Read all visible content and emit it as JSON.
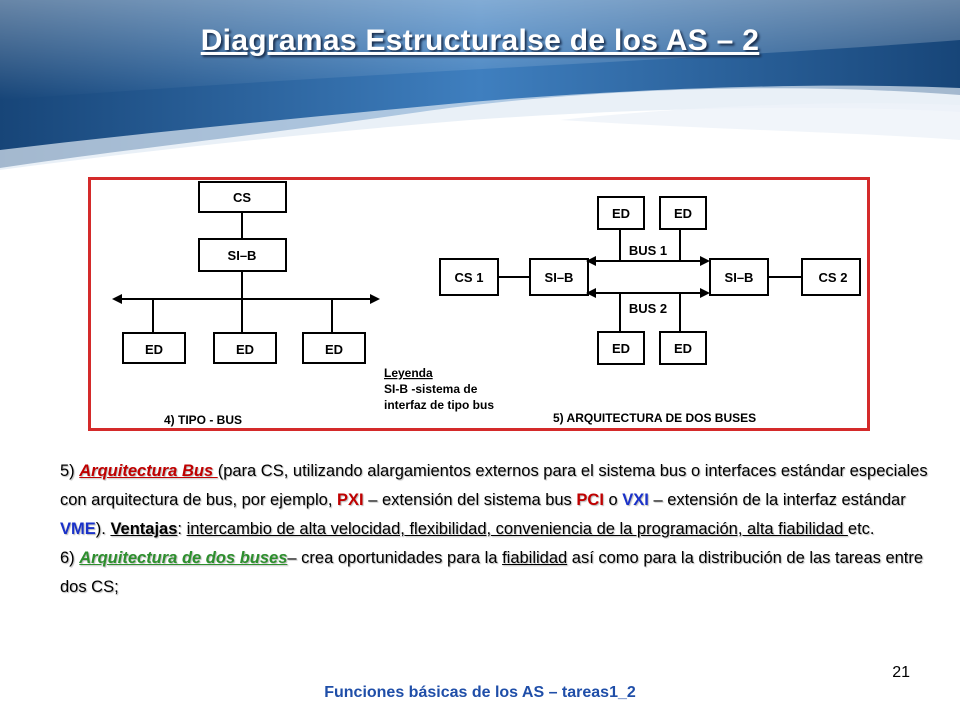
{
  "slide": {
    "title": "Diagramas Estructuralse de los AS – 2",
    "page_number": "21",
    "footer": "Funciones básicas de los AS – tareas1_2"
  },
  "figure": {
    "left_diagram": {
      "top_box": "CS",
      "bus_box": "SI–B",
      "device_boxes": [
        "ED",
        "ED",
        "ED"
      ],
      "caption": "4) TIPO - BUS"
    },
    "right_diagram": {
      "left_cs": "CS 1",
      "right_cs": "CS 2",
      "left_sib": "SI–B",
      "right_sib": "SI–B",
      "bus1_label": "BUS 1",
      "bus2_label": "BUS 2",
      "top_devices": [
        "ED",
        "ED"
      ],
      "bottom_devices": [
        "ED",
        "ED"
      ],
      "caption": "5) ARQUITECTURA DE DOS BUSES"
    },
    "legend": {
      "title": "Leyenda",
      "lines": [
        "SI-B -sistema de",
        "interfaz de tipo bus"
      ]
    },
    "border_color": "#d42a2a"
  },
  "text": {
    "p1": {
      "num": "5) ",
      "term": "Arquitectura Bus ",
      "t1": "(para CS, utilizando alargamientos externos para el sistema bus o interfaces estándar especiales con arquitectura de bus, por ejemplo, ",
      "pxi": "PXI",
      "t2": " – extensión del sistema bus ",
      "pci": "PCI",
      "t3": "  o ",
      "vxi": "VXI",
      "t4": " – extensión de la interfaz estándar ",
      "vme": "VME",
      "t5": "). ",
      "ventajas": "Ventajas",
      "t6": ": ",
      "benefits": "intercambio de alta velocidad, flexibilidad, conveniencia de la programación, alta fiabilidad ",
      "t7": "etc."
    },
    "p2": {
      "num": "6) ",
      "term": "Arquitectura de dos buses",
      "t1": "– crea oportunidades para la ",
      "fiabilidad": "fiabilidad",
      "t2": " así como para la distribución de las tareas entre dos CS;"
    }
  },
  "colors": {
    "header_dark": "#1b4f86",
    "header_light": "#6fa3d6",
    "highlight_red": "#c00000",
    "highlight_blue": "#1a31c9",
    "highlight_green": "#2d8f2d",
    "footer_blue": "#1f4ea8"
  }
}
